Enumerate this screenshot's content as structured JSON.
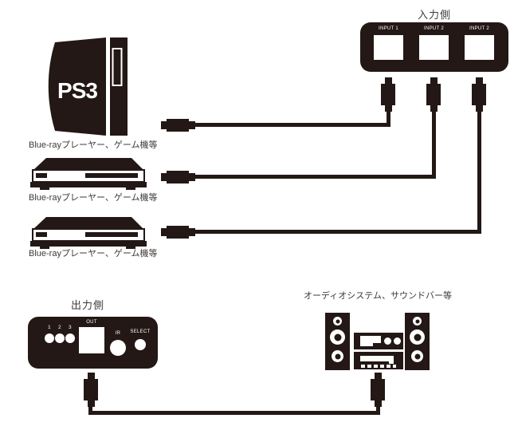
{
  "diagram": {
    "input_panel": {
      "title": "入力側",
      "port_labels": [
        "INPUT 1",
        "INPUT 2",
        "INPUT 2"
      ]
    },
    "sources": [
      {
        "name": "PS3",
        "caption": "Blue-rayプレーヤー、ゲーム機等"
      },
      {
        "caption": "Blue-rayプレーヤー、ゲーム機等"
      },
      {
        "caption": "Blue-rayプレーヤー、ゲーム機等"
      }
    ],
    "output_panel": {
      "title": "出力側",
      "channel_labels": [
        "1",
        "2",
        "3"
      ],
      "out_label": "OUT",
      "ir_label": "IR",
      "select_label": "SELECT"
    },
    "audio_system": {
      "caption": "オーディオシステム、サウンドバー等"
    }
  },
  "colors": {
    "ink": "#231815",
    "text": "#3e3a39",
    "background": "#ffffff"
  }
}
